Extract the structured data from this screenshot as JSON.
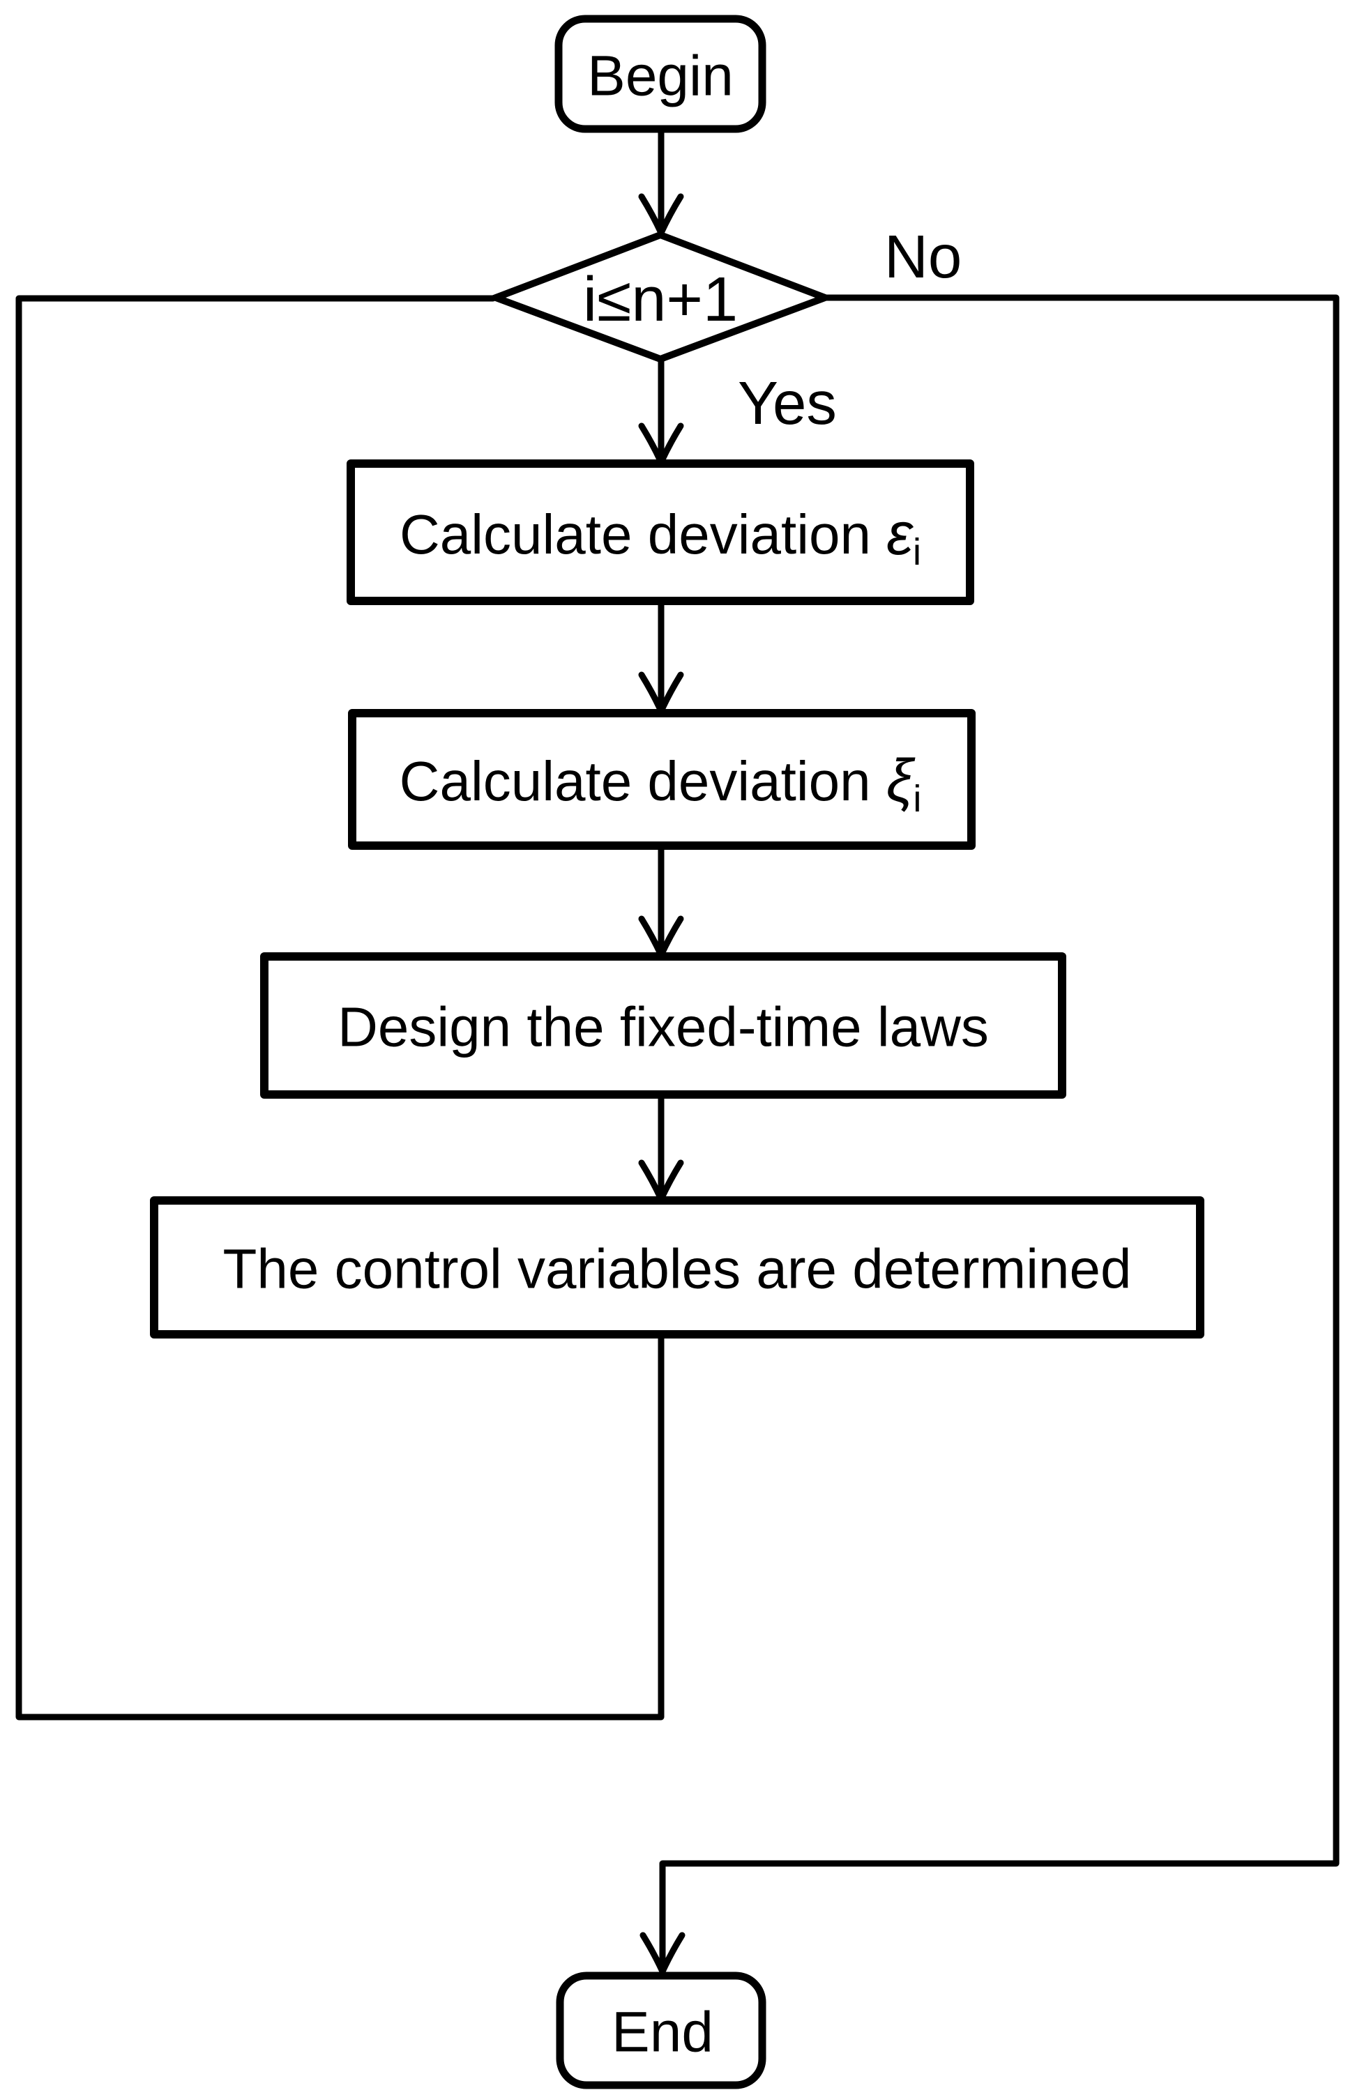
{
  "figure": {
    "background_color": "#ffffff",
    "line_color": "#000000"
  },
  "nodes": {
    "begin": {
      "label": "Begin"
    },
    "decision": {
      "label": "i≤n+1"
    },
    "step1": {
      "label_prefix": "Calculate deviation ",
      "symbol": "ε",
      "subscript": "i"
    },
    "step2": {
      "label_prefix": "Calculate deviation ",
      "symbol": "ξ",
      "subscript": "i"
    },
    "step3": {
      "label": "Design the fixed-time laws"
    },
    "step4": {
      "label": "The control variables are determined"
    },
    "end": {
      "label": "End"
    }
  },
  "edges": {
    "yes_label": "Yes",
    "no_label": "No"
  }
}
